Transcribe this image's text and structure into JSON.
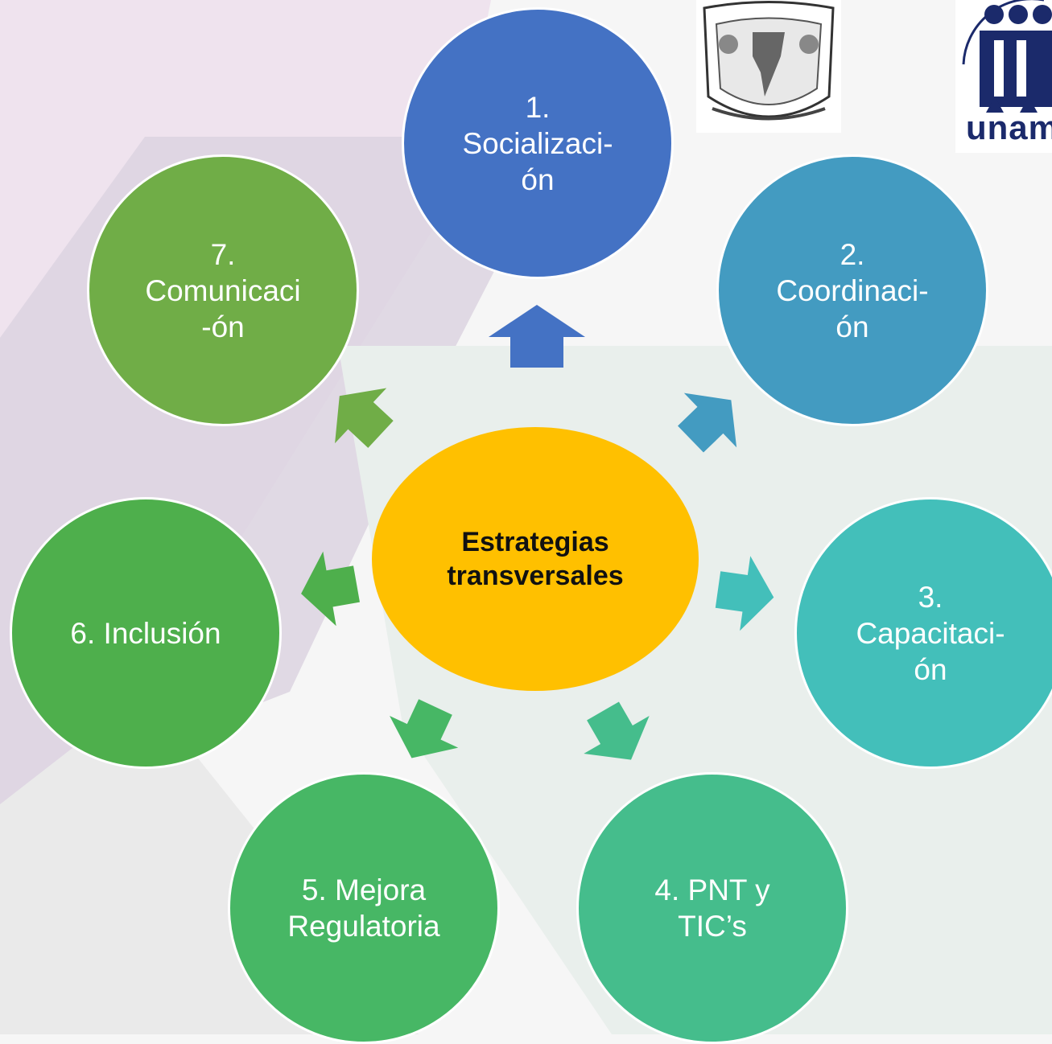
{
  "center": {
    "label": "Estrategias\ntransversales",
    "color": "#FFC000"
  },
  "nodes": [
    {
      "label": "1.\nSocializaci-\nón",
      "color": "#4472C4"
    },
    {
      "label": "2.\nCoordinaci-\nón",
      "color": "#439BC1"
    },
    {
      "label": "3.\nCapacitaci-\nón",
      "color": "#43BFBA"
    },
    {
      "label": "4. PNT y\nTIC’s",
      "color": "#45BD8C"
    },
    {
      "label": "5. Mejora\nRegulatoria",
      "color": "#47B765"
    },
    {
      "label": "6. Inclusión",
      "color": "#4EAF4C"
    },
    {
      "label": "7.\nComunicaci\n-ón",
      "color": "#70AD47"
    }
  ],
  "logos": {
    "unam_seal": "unam-seal-icon",
    "iij_logo_text": "unam"
  }
}
